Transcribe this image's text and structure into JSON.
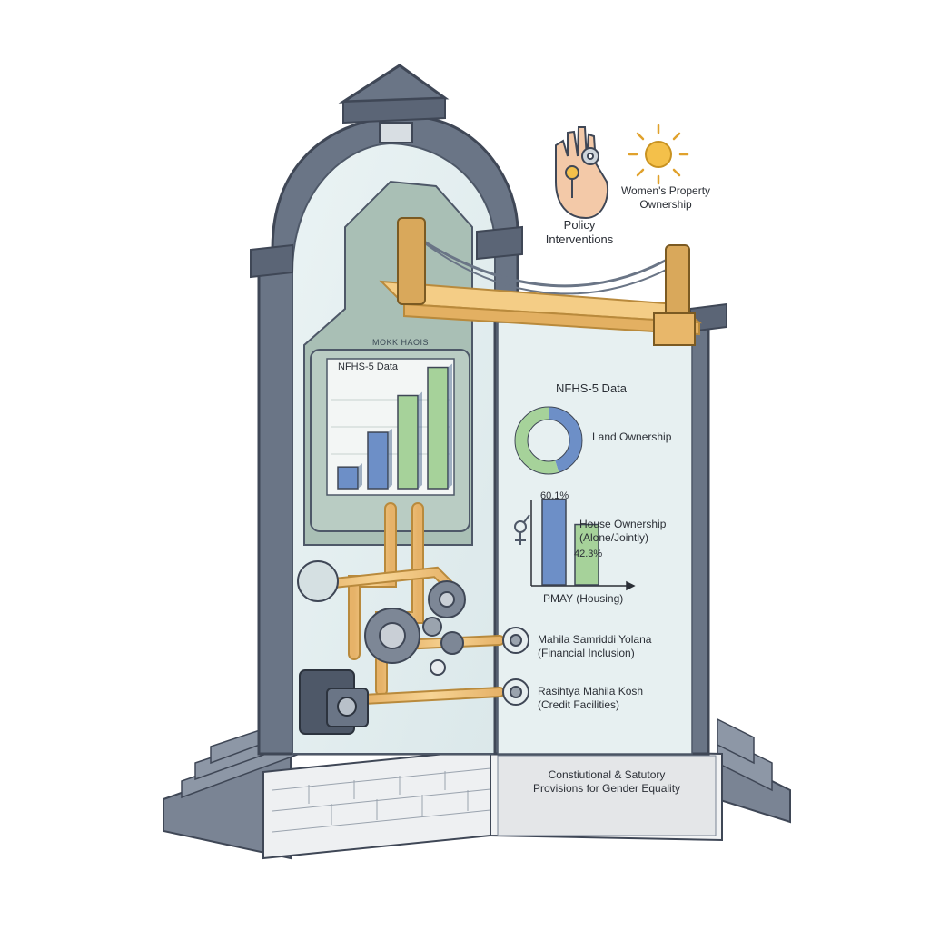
{
  "labels": {
    "policy_interventions": "Policy\nInterventions",
    "womens_property_ownership": "Women's Property\nOwnership",
    "tower_chart_title": "NFHS-5 Data",
    "tower_chart_header": "MOKK HAOIS",
    "panel_title": "NFHS-5 Data",
    "land_ownership": "Land Ownership",
    "house_ownership": "House Ownership\n(Alone/Jointly)",
    "pmay": "PMAY (Housing)",
    "bar_value_1": "60.1%",
    "bar_value_2": "42.3%",
    "scheme_1": "Mahila Samriddi Yolana\n(Financial Inclusion)",
    "scheme_2": "Rasihtya Mahila Kosh\n(Credit Facilities)",
    "foundation": "Constiutional & Satutory\nProvisions for Gender Equality"
  },
  "icons": [
    "hand-with-key-icon",
    "gear-icon",
    "sun-icon",
    "gender-symbol-icon",
    "scheme-badge-icon"
  ],
  "colors": {
    "stone": "#6a7586",
    "stone_dark": "#4e5868",
    "glass": "#e3eef0",
    "tower_green": "#a9bfb5",
    "pipe": "#f2c57c",
    "bar_blue": "#6d8fc7",
    "bar_green": "#a6d29a",
    "sun": "#f4c04a"
  },
  "chart_data": [
    {
      "type": "bar",
      "title": "NFHS-5 Data",
      "categories": [
        "",
        "",
        "",
        ""
      ],
      "values": [
        1.0,
        2.6,
        4.3,
        5.6
      ],
      "ylim": [
        0,
        6
      ]
    },
    {
      "type": "pie",
      "title": "Land Ownership",
      "slices": [
        {
          "value": 0.45,
          "color": "#6d8fc7"
        },
        {
          "value": 0.55,
          "color": "#a6d29a"
        }
      ]
    },
    {
      "type": "bar",
      "categories": [
        "House Ownership (Alone/Jointly)",
        "PMAY (Housing)"
      ],
      "values": [
        60.1,
        42.3
      ],
      "value_labels": [
        "60.1%",
        "42.3%"
      ],
      "ylim": [
        0,
        70
      ]
    }
  ]
}
